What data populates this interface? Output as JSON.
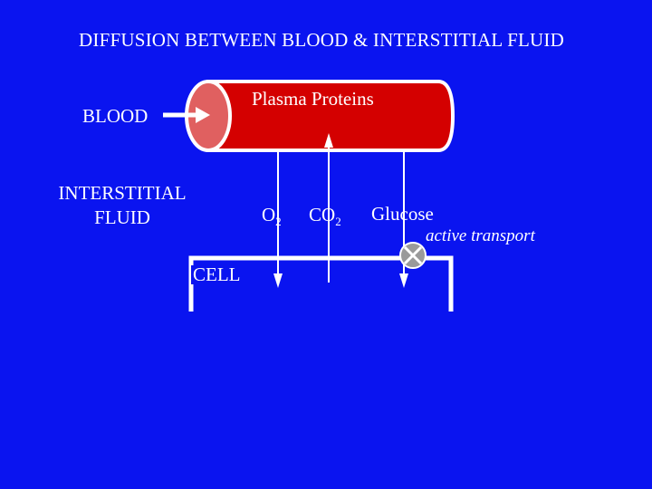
{
  "title": "DIFFUSION  BETWEEN  BLOOD  &  INTERSTITIAL FLUID",
  "labels": {
    "blood": "BLOOD",
    "interstitial": "INTERSTITIAL FLUID",
    "plasma_proteins": "Plasma Proteins",
    "o2_main": "O",
    "o2_sub": "2",
    "co2_main": "CO",
    "co2_sub": "2",
    "glucose": "Glucose",
    "active_transport": "active transport",
    "cell": "CELL"
  },
  "colors": {
    "background": "#0a14f0",
    "vessel_body": "#d40000",
    "vessel_end": "#e06060",
    "outline": "#ffffff",
    "transporter": "#9a9a9a"
  },
  "icons": {
    "transporter": "crossed-circle-icon",
    "flow_arrow": "right-arrow-icon"
  }
}
